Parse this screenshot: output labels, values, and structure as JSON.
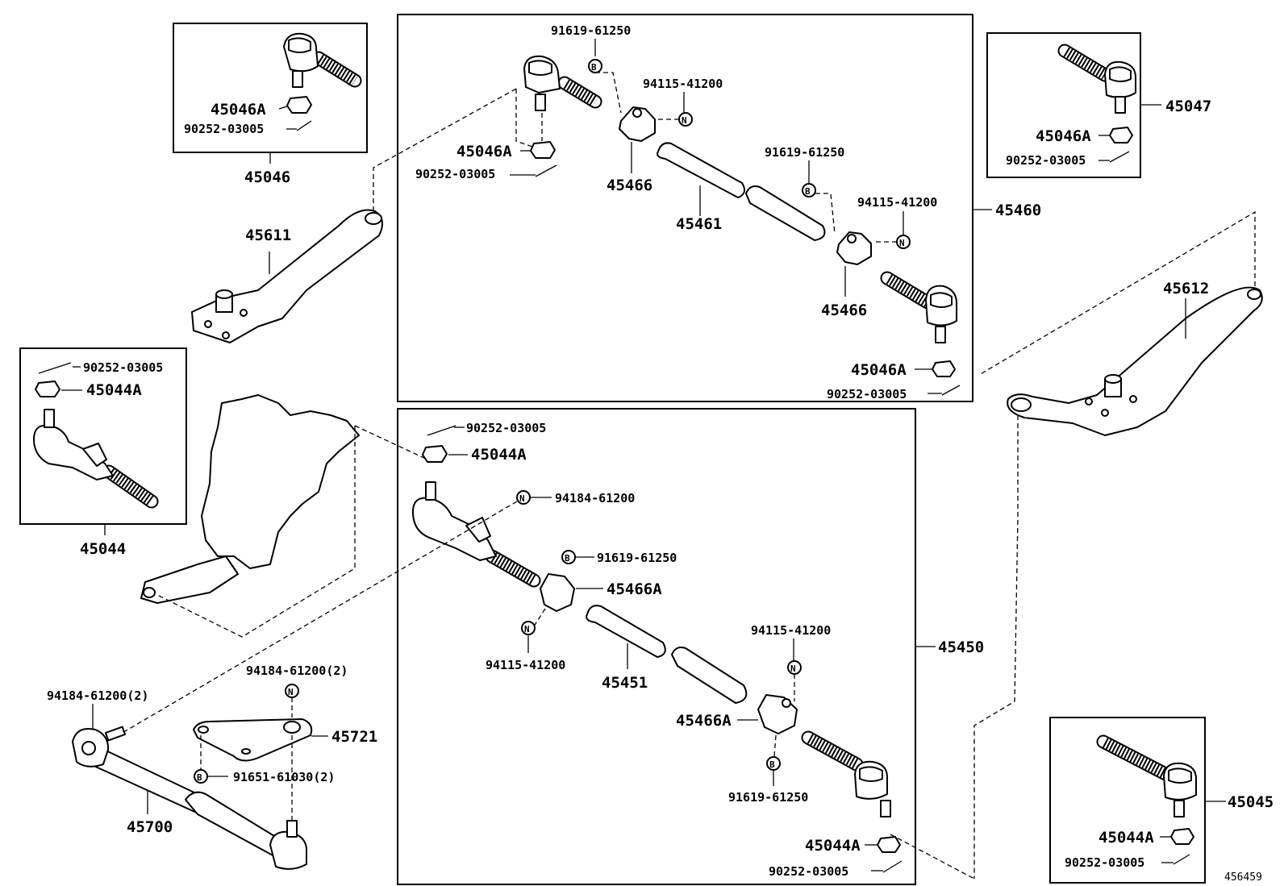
{
  "diagram_id": "456459",
  "groups": {
    "g45046": "45046",
    "g45047": "45047",
    "g45044": "45044",
    "g45045": "45045",
    "g45460": "45460",
    "g45450": "45450"
  },
  "labels": {
    "a45046A_top": "45046A",
    "a90252_top": "90252-03005",
    "b45047_46A": "45046A",
    "b45047_90252": "90252-03005",
    "c44_90252": "90252-03005",
    "c44_44A": "45044A",
    "d45_44A": "45044A",
    "d45_90252": "90252-03005",
    "e_91619_a": "91619-61250",
    "e_94115_a": "94115-41200",
    "e_45046A_a": "45046A",
    "e_90252_a": "90252-03005",
    "e_45466_a": "45466",
    "e_45461": "45461",
    "e_91619_b": "91619-61250",
    "e_94115_b": "94115-41200",
    "e_45466_b": "45466",
    "e_45046A_b": "45046A",
    "e_90252_b": "90252-03005",
    "f_90252_a": "90252-03005",
    "f_45044A_a": "45044A",
    "f_94184": "94184-61200",
    "f_91619_a": "91619-61250",
    "f_45466A_a": "45466A",
    "f_94115_a": "94115-41200",
    "f_45451": "45451",
    "f_94115_b": "94115-41200",
    "f_45466A_b": "45466A",
    "f_91619_b": "91619-61250",
    "f_45044A_b": "45044A",
    "f_90252_b": "90252-03005",
    "p45611": "45611",
    "p45612": "45612",
    "p94184_2a": "94184-61200(2)",
    "p94184_2b": "94184-61200(2)",
    "p45721": "45721",
    "p91651": "91651-61030(2)",
    "p45700": "45700"
  },
  "symbols": {
    "bolt": "B",
    "nut": "N"
  }
}
